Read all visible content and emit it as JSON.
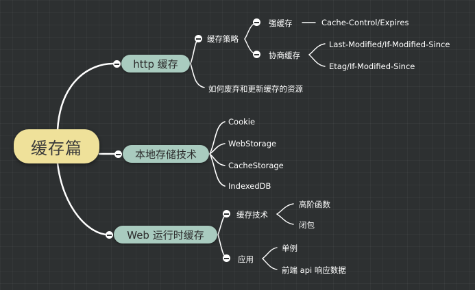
{
  "root": {
    "label": "缓存篇"
  },
  "branches": {
    "http": {
      "label": "http 缓存",
      "strategy": {
        "label": "缓存策略",
        "strong": {
          "label": "强缓存",
          "child": "Cache-Control/Expires"
        },
        "negotiate": {
          "label": "协商缓存",
          "children": [
            "Last-Modified/If-Modified-Since",
            "Etag/If-Modified-Since"
          ]
        }
      },
      "update": {
        "label": "如何废弃和更新缓存的资源"
      }
    },
    "local": {
      "label": "本地存储技术",
      "children": [
        "Cookie",
        "WebStorage",
        "CacheStorage",
        "IndexedDB"
      ]
    },
    "runtime": {
      "label": "Web 运行时缓存",
      "tech": {
        "label": "缓存技术",
        "children": [
          "高阶函数",
          "闭包"
        ]
      },
      "apply": {
        "label": "应用",
        "children": [
          "单例",
          "前端 api 响应数据"
        ]
      }
    }
  },
  "colors": {
    "background": "#2d3031",
    "root_fill": "#efe19a",
    "branch_fill": "#a9cbbf",
    "line": "#ffffff",
    "text": "#ffffff"
  }
}
